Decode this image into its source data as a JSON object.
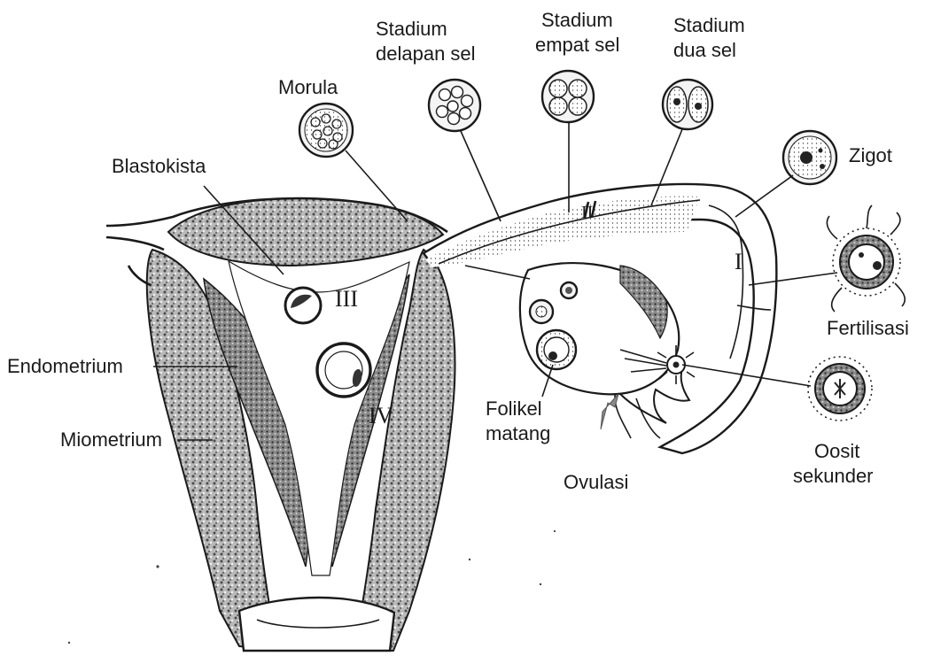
{
  "labels": {
    "stadium_delapan_line1": "Stadium",
    "stadium_delapan_line2": "delapan sel",
    "stadium_empat_line1": "Stadium",
    "stadium_empat_line2": "empat sel",
    "stadium_dua_line1": "Stadium",
    "stadium_dua_line2": "dua sel",
    "morula": "Morula",
    "blastokista": "Blastokista",
    "zigot": "Zigot",
    "fertilisasi": "Fertilisasi",
    "endometrium": "Endometrium",
    "miometrium": "Miometrium",
    "folikel_line1": "Folikel",
    "folikel_line2": "matang",
    "ovulasi": "Ovulasi",
    "oosit_line1": "Oosit",
    "oosit_line2": "sekunder"
  },
  "stage_markers": {
    "i": "I",
    "ii": "II",
    "iii": "III",
    "iv": "IV"
  },
  "icons": [
    "morula-icon",
    "eight-cell-icon",
    "four-cell-icon",
    "two-cell-icon",
    "zygote-icon",
    "fertilization-icon",
    "secondary-oocyte-icon",
    "blastocyst-icon",
    "mature-follicle-icon"
  ]
}
